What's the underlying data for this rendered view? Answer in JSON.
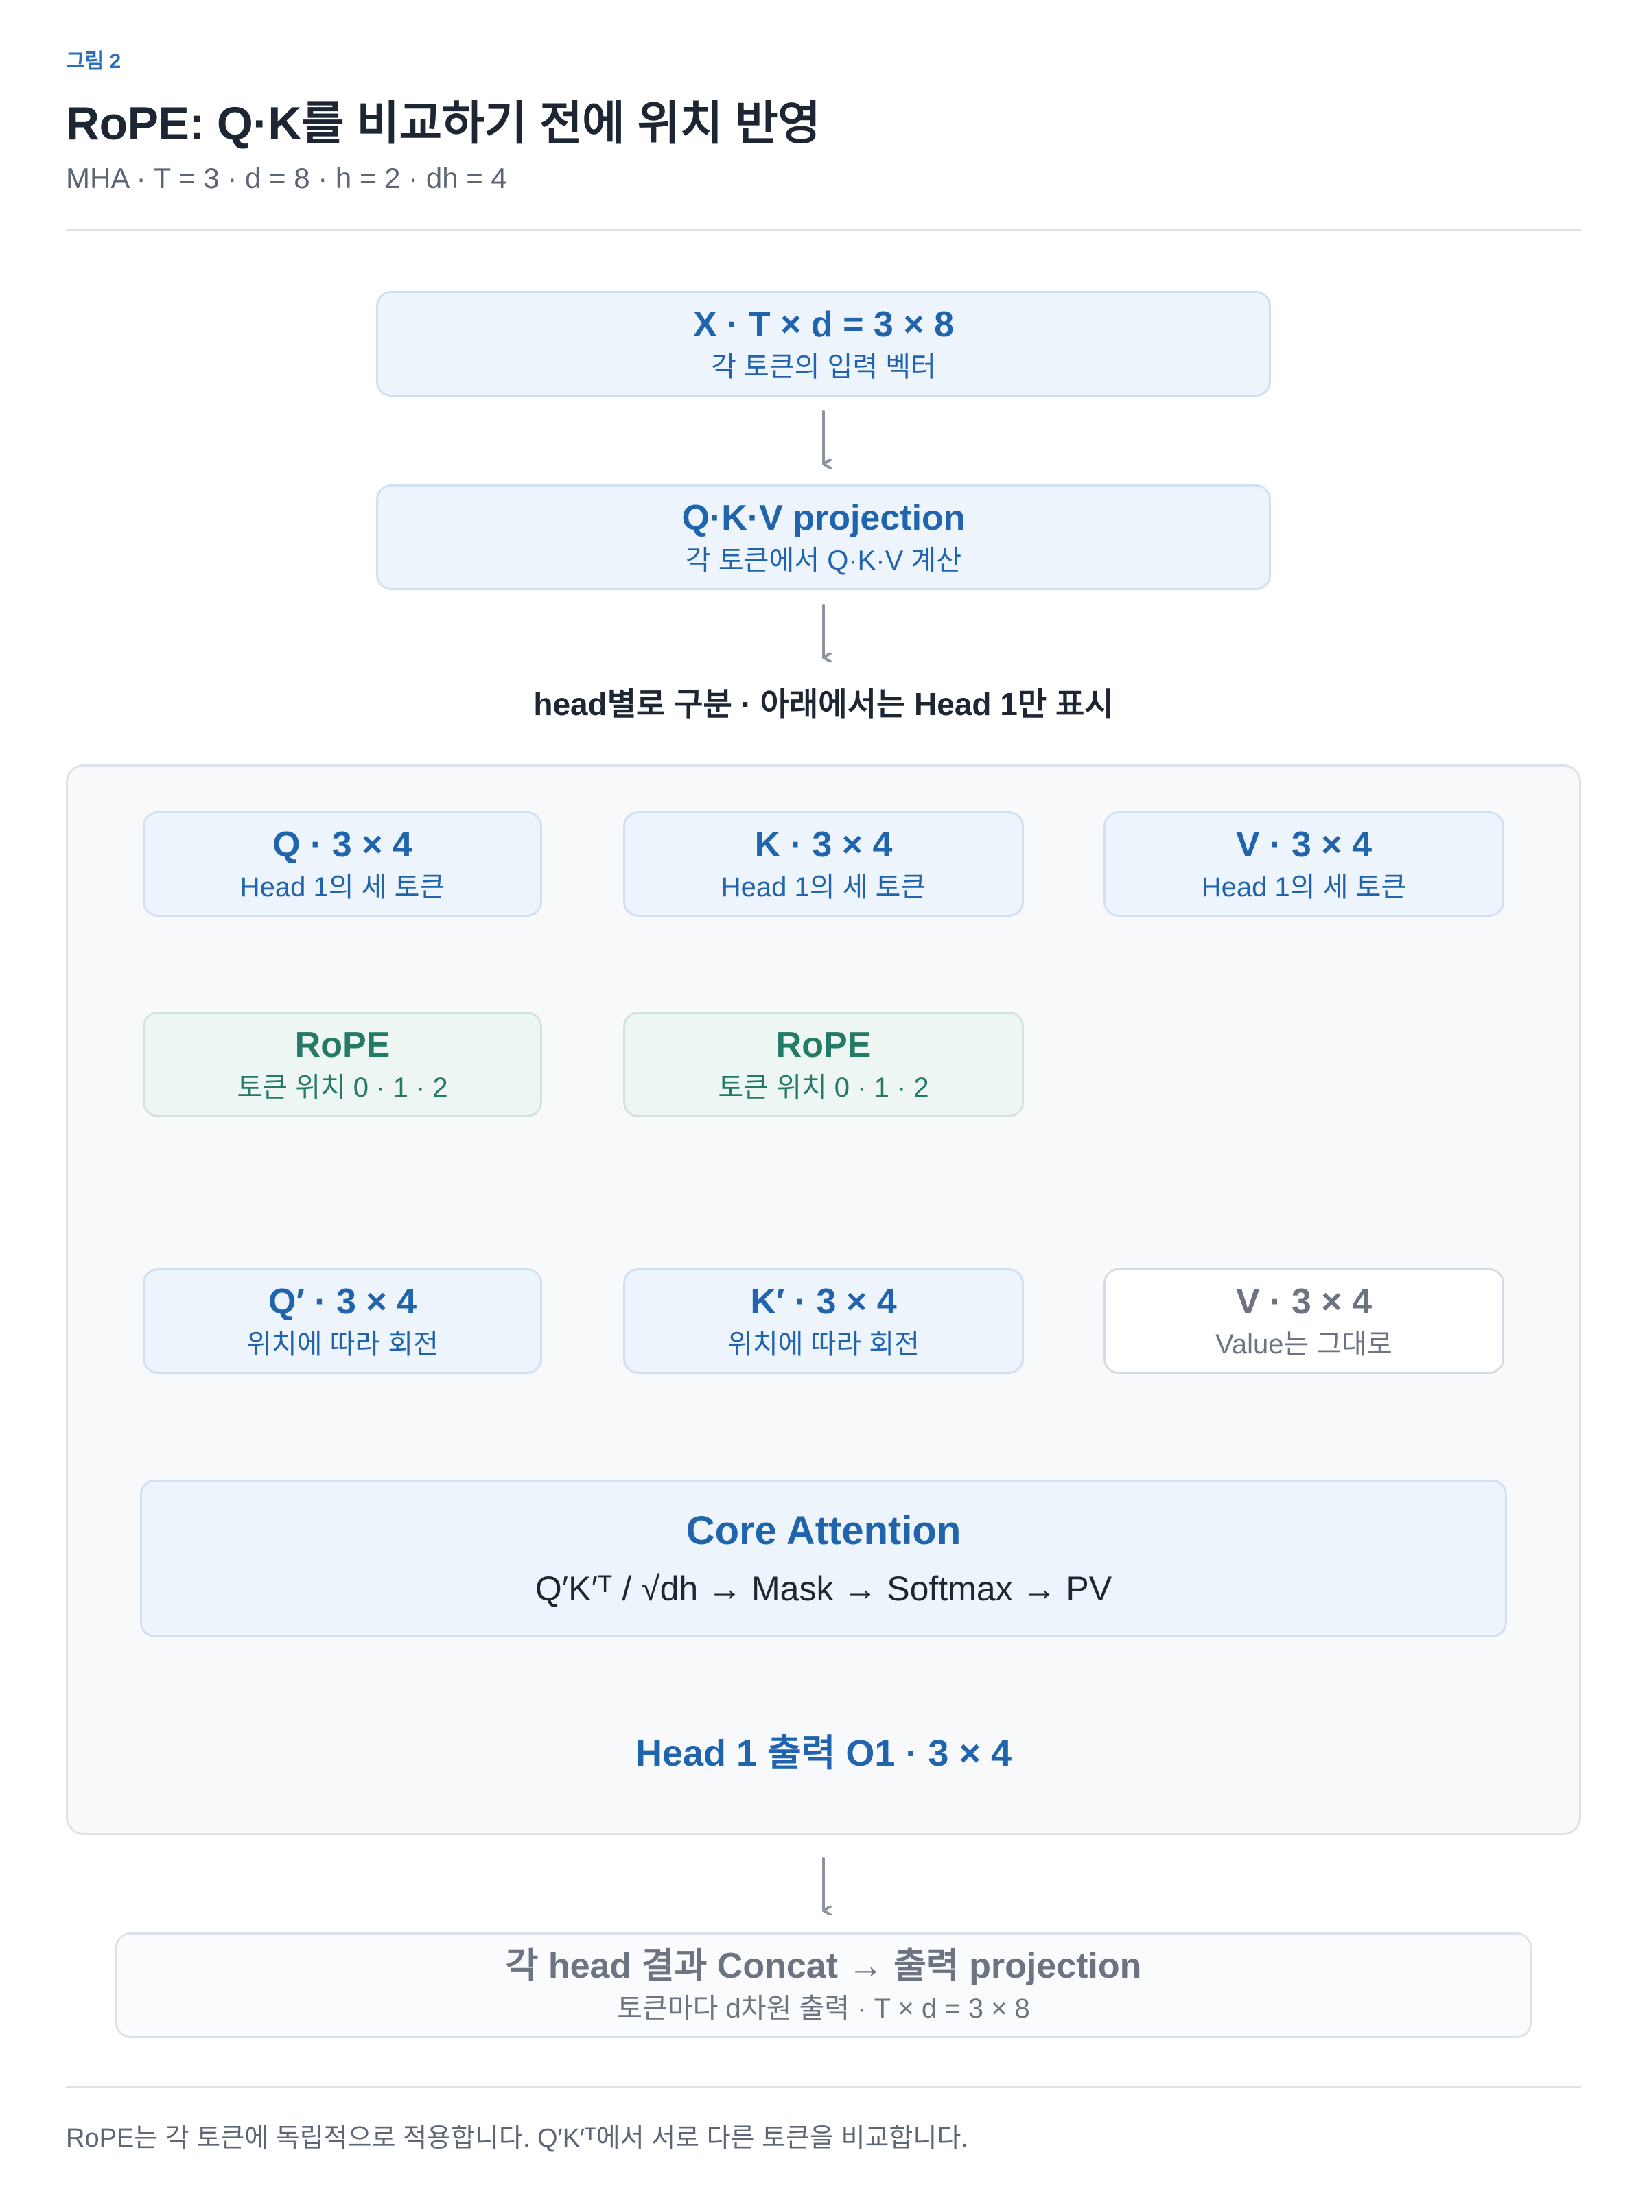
{
  "figure_label": "그림 2",
  "title": "RoPE: Q·K를 비교하기 전에 위치 반영",
  "subtitle": "MHA · T = 3 · d = 8 · h = 2 · dh = 4",
  "input_box": {
    "title": "X · T × d = 3 × 8",
    "sub": "각 토큰의 입력 벡터"
  },
  "qkv_box": {
    "title": "Q·K·V projection",
    "sub": "각 토큰에서 Q·K·V 계산"
  },
  "split_label": "head별로 구분 · 아래에서는 Head 1만 표시",
  "q_box": {
    "title": "Q · 3 × 4",
    "sub": "Head 1의 세 토큰"
  },
  "k_box": {
    "title": "K · 3 × 4",
    "sub": "Head 1의 세 토큰"
  },
  "v_box": {
    "title": "V · 3 × 4",
    "sub": "Head 1의 세 토큰"
  },
  "rope_q": {
    "title": "RoPE",
    "sub": "토큰 위치 0 · 1 · 2"
  },
  "rope_k": {
    "title": "RoPE",
    "sub": "토큰 위치 0 · 1 · 2"
  },
  "q_prime": {
    "title": "Q′ · 3 × 4",
    "sub": "위치에 따라 회전"
  },
  "k_prime": {
    "title": "K′ · 3 × 4",
    "sub": "위치에 따라 회전"
  },
  "v_out": {
    "title": "V · 3 × 4",
    "sub": "Value는 그대로"
  },
  "core": {
    "title": "Core Attention",
    "formula": "Q′K′ᵀ / √dh → Mask → Softmax → PV"
  },
  "head_output": "Head 1 출력 O1 · 3 × 4",
  "concat_box": {
    "title": "각 head 결과 Concat → 출력 projection",
    "sub": "토큰마다 d차원 출력 · T × d = 3 × 8"
  },
  "footnote": "RoPE는 각 토큰에 독립적으로 적용합니다. Q′K′ᵀ에서 서로 다른 토큰을 비교합니다.",
  "colors": {
    "accent_blue": "#1f64ad",
    "accent_green": "#237a66",
    "arrow_gray": "#8a939e"
  }
}
